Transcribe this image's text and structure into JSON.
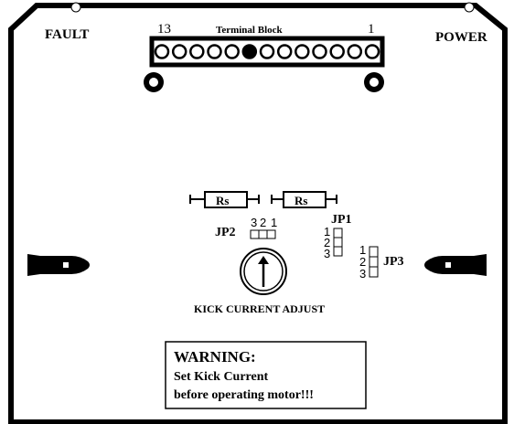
{
  "labels": {
    "fault": "FAULT",
    "power": "POWER",
    "terminal_block": "Terminal Block",
    "terminal_left": "13",
    "terminal_right": "1",
    "rs_left": "Rs",
    "rs_right": "Rs",
    "jp1": "JP1",
    "jp2": "JP2",
    "jp3": "JP3",
    "jp1_pins": [
      "1",
      "2",
      "3"
    ],
    "jp2_pins": [
      "3",
      "2",
      "1"
    ],
    "jp3_pins": [
      "1",
      "2",
      "3"
    ],
    "kick_adjust": "KICK CURRENT ADJUST"
  },
  "warning": {
    "title": "WARNING:",
    "line1": "Set Kick Current",
    "line2": "before operating motor!!!"
  },
  "terminal_block_pins": 13
}
